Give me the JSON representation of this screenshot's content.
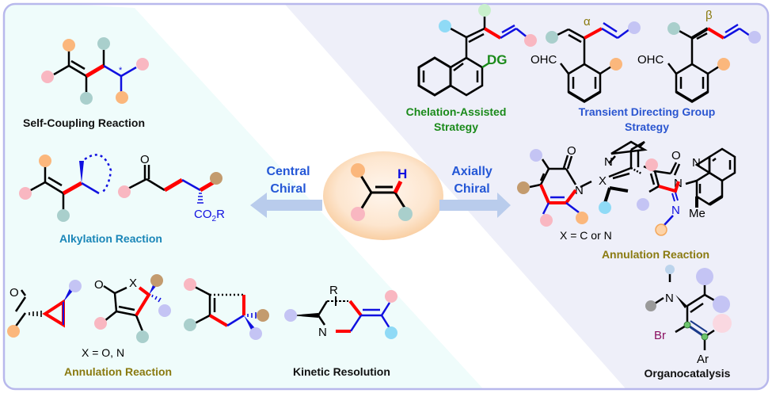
{
  "colors": {
    "frame": "#b8b8ec",
    "left_panel_bg": "#effcfb",
    "right_panel_bg": "#eeeff9",
    "bond_black": "#000000",
    "bond_red": "#ff0000",
    "bond_blue": "#1010e0",
    "arrow": "#b9ccec",
    "center_oval": "#fcdcbc",
    "atom_orange": "#fbb77c",
    "atom_pink": "#f9b7c1",
    "atom_teal": "#a9cfcc",
    "atom_cyan": "#8fdaf6",
    "atom_lavender": "#c4c4f4",
    "atom_brown": "#c39b6e",
    "atom_mint": "#c9f0cc",
    "atom_gray": "#9a9a9a",
    "atom_lightblue": "#bcd4ec",
    "atom_green_ball": "#6cc46c",
    "label_black": "#111111",
    "label_green": "#1a8a1a",
    "label_blue": "#2a55d0",
    "label_teal": "#1a86b8",
    "label_olive": "#8a7a10",
    "label_greek": "#8a7a10",
    "label_br": "#8a1060",
    "label_chiral": "#2457d6",
    "label_h": "#1010e0"
  },
  "center": {
    "h_label": "H",
    "left_arrow_label_line1": "Central",
    "left_arrow_label_line2": "Chiral",
    "right_arrow_label_line1": "Axially",
    "right_arrow_label_line2": "Chiral"
  },
  "left_panel": {
    "self_coupling": {
      "title": "Self-Coupling Reaction",
      "stereo_mark": "*"
    },
    "alkylation": {
      "title": "Alkylation Reaction",
      "o_label": "O",
      "ester_label": "CO",
      "ester_sub": "2",
      "ester_r": "R"
    },
    "annulation": {
      "title": "Annulation Reaction",
      "o1": "O",
      "o2": "O",
      "x_label": "X",
      "x_def": "X = O, N"
    },
    "kinetic": {
      "title": "Kinetic Resolution",
      "r_label": "R",
      "n_label": "N"
    }
  },
  "right_panel": {
    "chelation": {
      "title_line1": "Chelation-Assisted",
      "title_line2": "Strategy",
      "dg_label": "DG"
    },
    "tdg": {
      "title_line1": "Transient Directing Group",
      "title_line2": "Strategy",
      "ohc1": "OHC",
      "ohc2": "OHC",
      "alpha": "α",
      "beta": "β"
    },
    "annulation": {
      "title": "Annulation Reaction",
      "o1": "O",
      "o2": "O",
      "n1": "N",
      "n2": "N",
      "x_label": "X",
      "pyr_n": "N",
      "quin_n": "N",
      "imine_n": "N",
      "me_label": "Me",
      "x_def": "X = C or N"
    },
    "organocatalysis": {
      "title": "Organocatalysis",
      "n_label": "N",
      "br_label": "Br",
      "ar_label": "Ar"
    }
  }
}
